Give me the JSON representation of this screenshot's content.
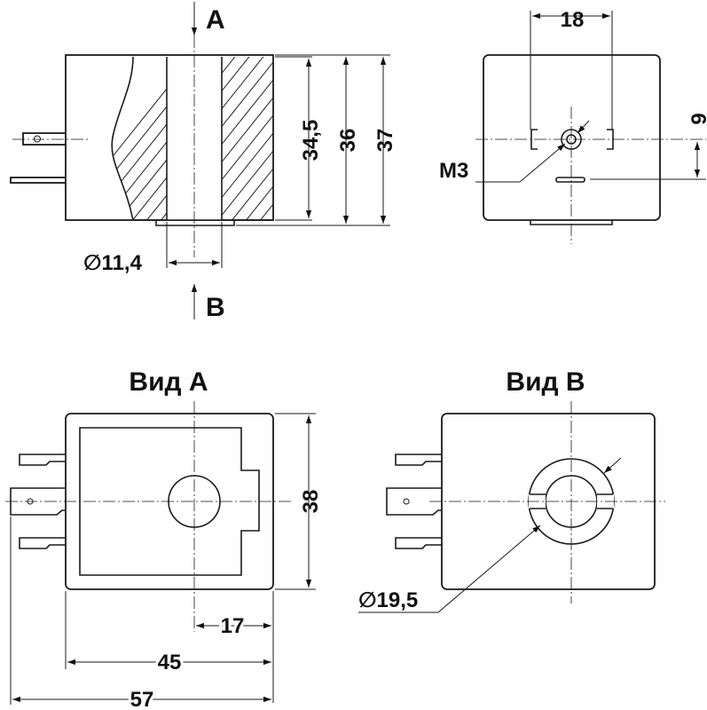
{
  "top_left": {
    "arrow_top": "A",
    "arrow_bottom": "B",
    "dim_34": "34,5",
    "dim_36": "36",
    "dim_37": "37",
    "dim_bore": "∅11,4"
  },
  "top_right": {
    "dim_18": "18",
    "dim_9": "9",
    "thread": "M3"
  },
  "view_a": {
    "title": "Вид A",
    "dim_38": "38",
    "dim_17": "17",
    "dim_45": "45",
    "dim_57": "57"
  },
  "view_b": {
    "title": "Вид B",
    "dim_bore": "∅19,5"
  }
}
